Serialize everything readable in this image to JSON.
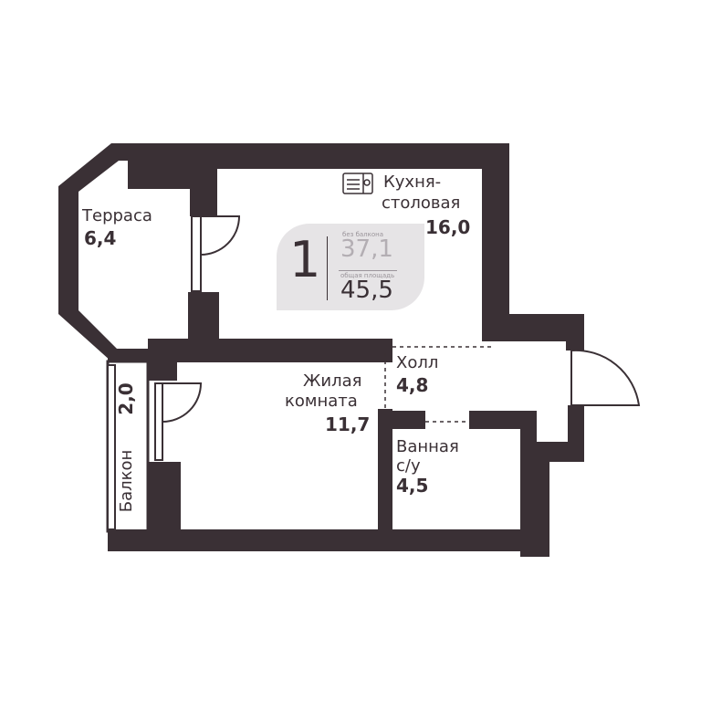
{
  "plan": {
    "wall_color": "#3a3035",
    "background": "#ffffff",
    "badge_color": "#e6e4e6"
  },
  "summary": {
    "rooms": "1",
    "area_no_balcony_label": "без балкона",
    "area_no_balcony": "37,1",
    "total_area_label": "общая площадь",
    "total_area": "45,5"
  },
  "rooms": {
    "kitchen": {
      "name_line1": "Кухня-",
      "name_line2": "столовая",
      "area": "16,0"
    },
    "terrace": {
      "name": "Терраса",
      "area": "6,4"
    },
    "hall": {
      "name": "Холл",
      "area": "4,8"
    },
    "living": {
      "name_line1": "Жилая",
      "name_line2": "комната",
      "area": "11,7"
    },
    "bath": {
      "name_line1": "Ванная",
      "name_line2": "с/у",
      "area": "4,5"
    },
    "balcony": {
      "name": "Балкон",
      "area": "2,0"
    }
  },
  "icons": [
    "kitchen-stove-icon"
  ]
}
